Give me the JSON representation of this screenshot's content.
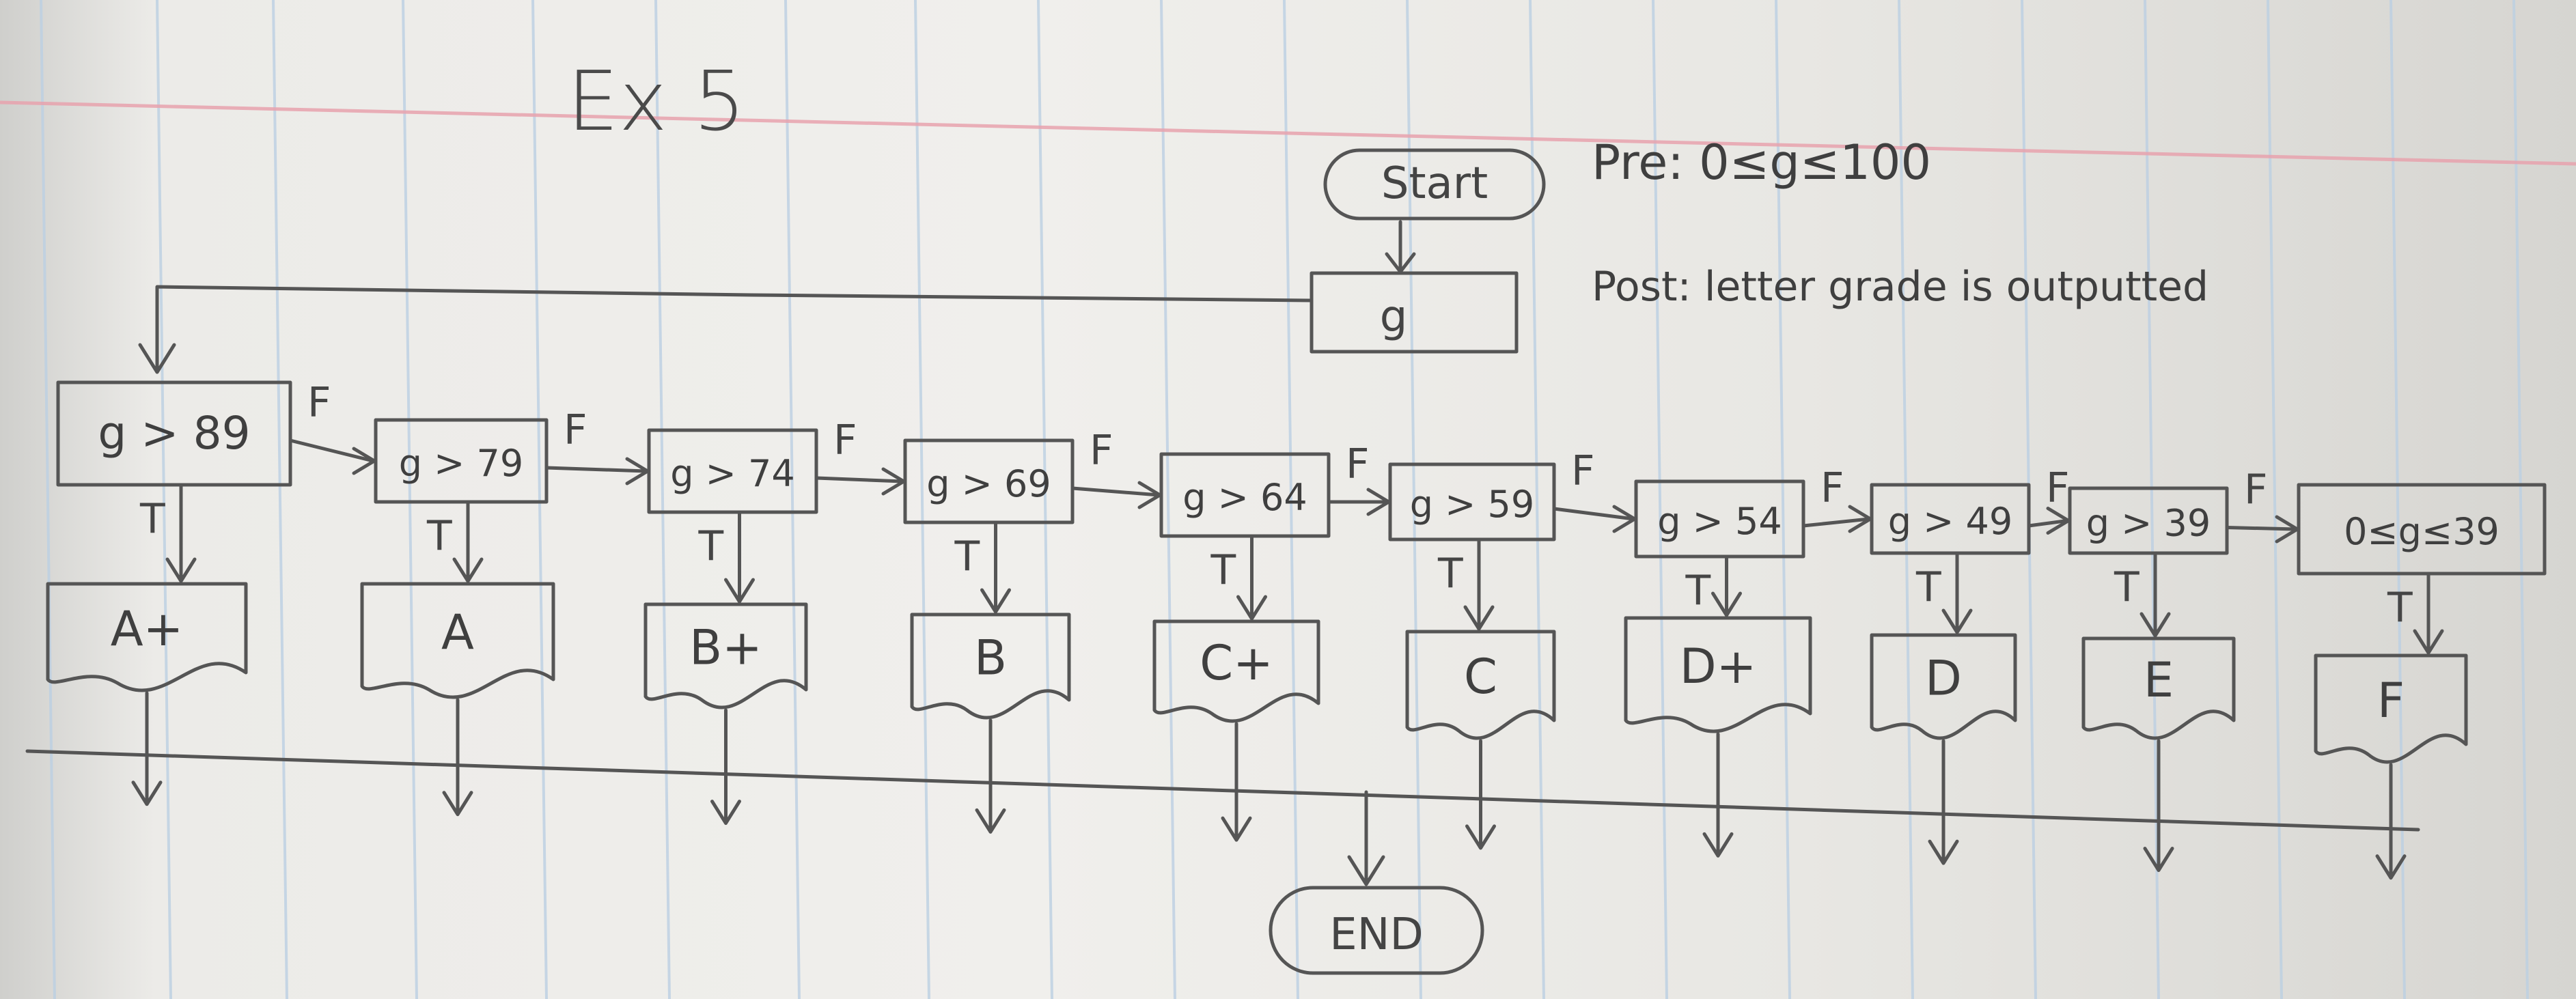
{
  "title": "Ex 5",
  "pre_condition": "Pre: 0≤g≤100",
  "post_condition": "Post: letter grade is outputted",
  "start_label": "Start",
  "input_label": "g",
  "end_label": "END",
  "true_label": "T",
  "false_label": "F",
  "conditions": [
    "g > 89",
    "g > 79",
    "g > 74",
    "g > 69",
    "g > 64",
    "g > 59",
    "g > 54",
    "g > 49",
    "g > 39",
    "0≤g≤39"
  ],
  "grades": [
    "A+",
    "A",
    "B+",
    "B",
    "C+",
    "C",
    "D+",
    "D",
    "E",
    "F"
  ],
  "colors": {
    "ink": "#555555",
    "ruled_line": "#b9cde0",
    "margin_line": "#e7a3ae",
    "paper": "#eceae6"
  }
}
